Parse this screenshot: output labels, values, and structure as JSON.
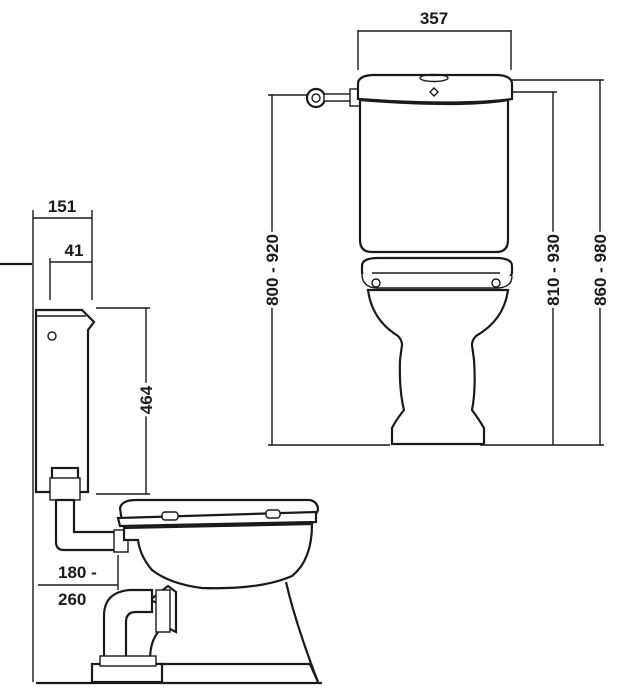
{
  "dimensions": {
    "cistern_width": "357",
    "front_height_outer": "800 - 920",
    "front_height_inner": "810 - 930",
    "front_height_total": "860 - 980",
    "side_depth": "151",
    "side_offset": "41",
    "cistern_height": "464",
    "outlet_range_top": "180 -",
    "outlet_range_bottom": "260"
  },
  "colors": {
    "ink": "#1a1a1a",
    "paper": "#ffffff"
  }
}
